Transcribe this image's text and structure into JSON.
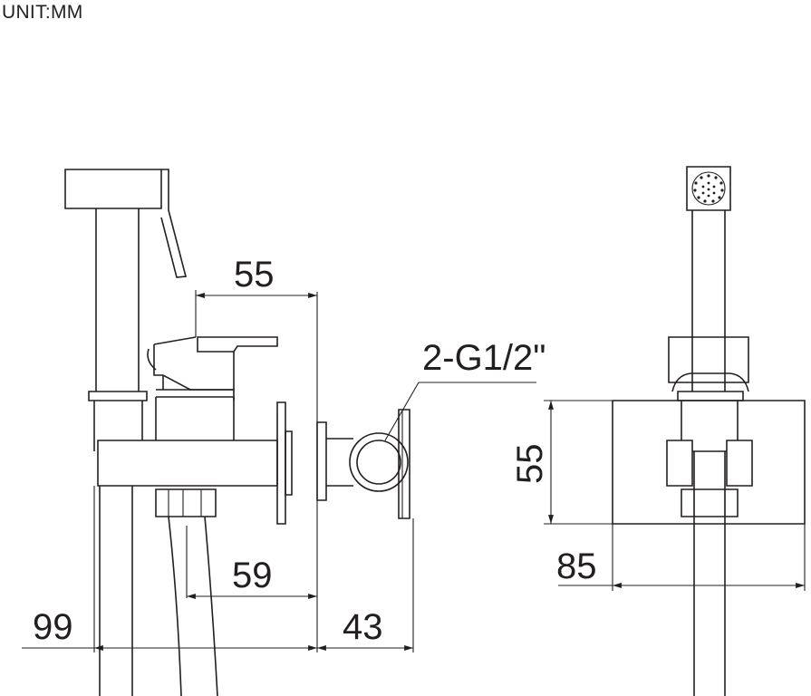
{
  "unit_label": "UNIT:MM",
  "dimensions": {
    "d55_top": "55",
    "d59": "59",
    "d99": "99",
    "d43": "43",
    "thread": "2-G1/2\"",
    "d55_side": "55",
    "d85": "85"
  }
}
